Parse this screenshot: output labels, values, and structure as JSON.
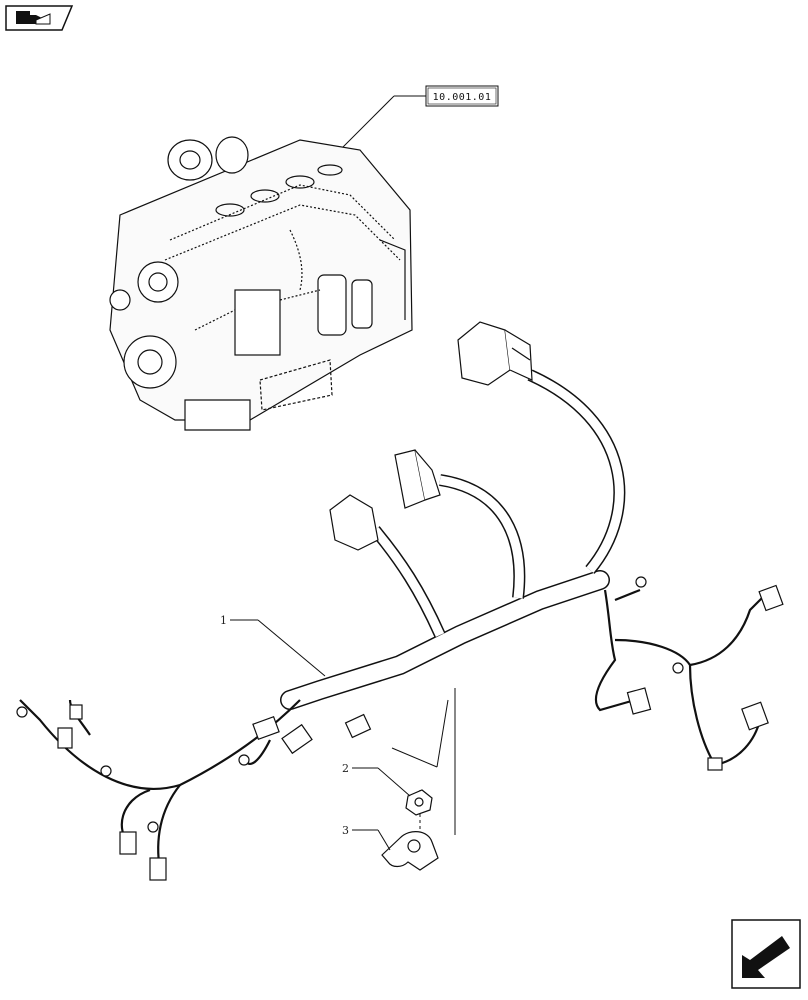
{
  "header": {
    "icon": "tractor-book-icon"
  },
  "reference": {
    "code": "10.001.01"
  },
  "callouts": [
    {
      "id": "1",
      "text": "1"
    },
    {
      "id": "2",
      "text": "2"
    },
    {
      "id": "3",
      "text": "3"
    }
  ],
  "footer": {
    "icon": "next-page-arrow-icon"
  },
  "colors": {
    "line": "#111111",
    "background": "#ffffff"
  }
}
